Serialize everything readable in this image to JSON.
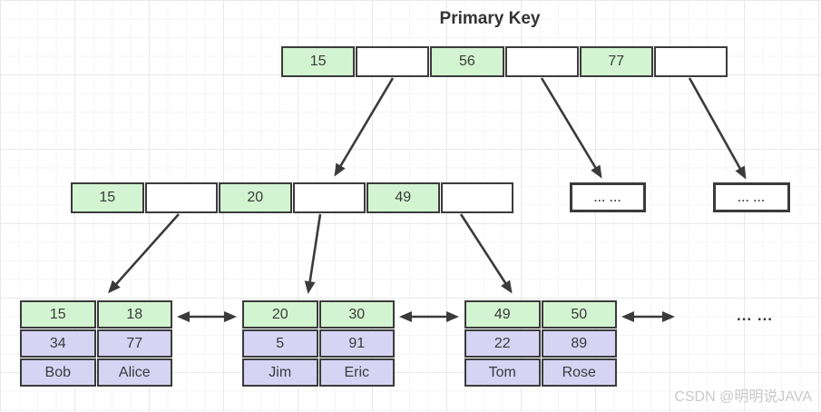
{
  "title": "Primary Key",
  "watermark": "CSDN @明明说JAVA",
  "trailing_ellipsis": "... ...",
  "colors": {
    "key_fill_green": "#d3f4d0",
    "data_fill_purple": "#d6d3f3",
    "border_dark": "#3b3b3b",
    "grid_minor": "#f5f5f5",
    "grid_major": "#e9e9e9",
    "watermark_gray": "#c9c9c9"
  },
  "root_node": {
    "cells": [
      "15",
      "",
      "56",
      "",
      "77",
      ""
    ]
  },
  "internal_node": {
    "cells": [
      "15",
      "",
      "20",
      "",
      "49",
      ""
    ]
  },
  "ellipsis_nodes": [
    {
      "label": "... ..."
    },
    {
      "label": "... ..."
    }
  ],
  "leaf_tables": [
    {
      "rows": [
        [
          "15",
          "18"
        ],
        [
          "34",
          "77"
        ],
        [
          "Bob",
          "Alice"
        ]
      ]
    },
    {
      "rows": [
        [
          "20",
          "30"
        ],
        [
          "5",
          "91"
        ],
        [
          "Jim",
          "Eric"
        ]
      ]
    },
    {
      "rows": [
        [
          "49",
          "50"
        ],
        [
          "22",
          "89"
        ],
        [
          "Tom",
          "Rose"
        ]
      ]
    }
  ]
}
